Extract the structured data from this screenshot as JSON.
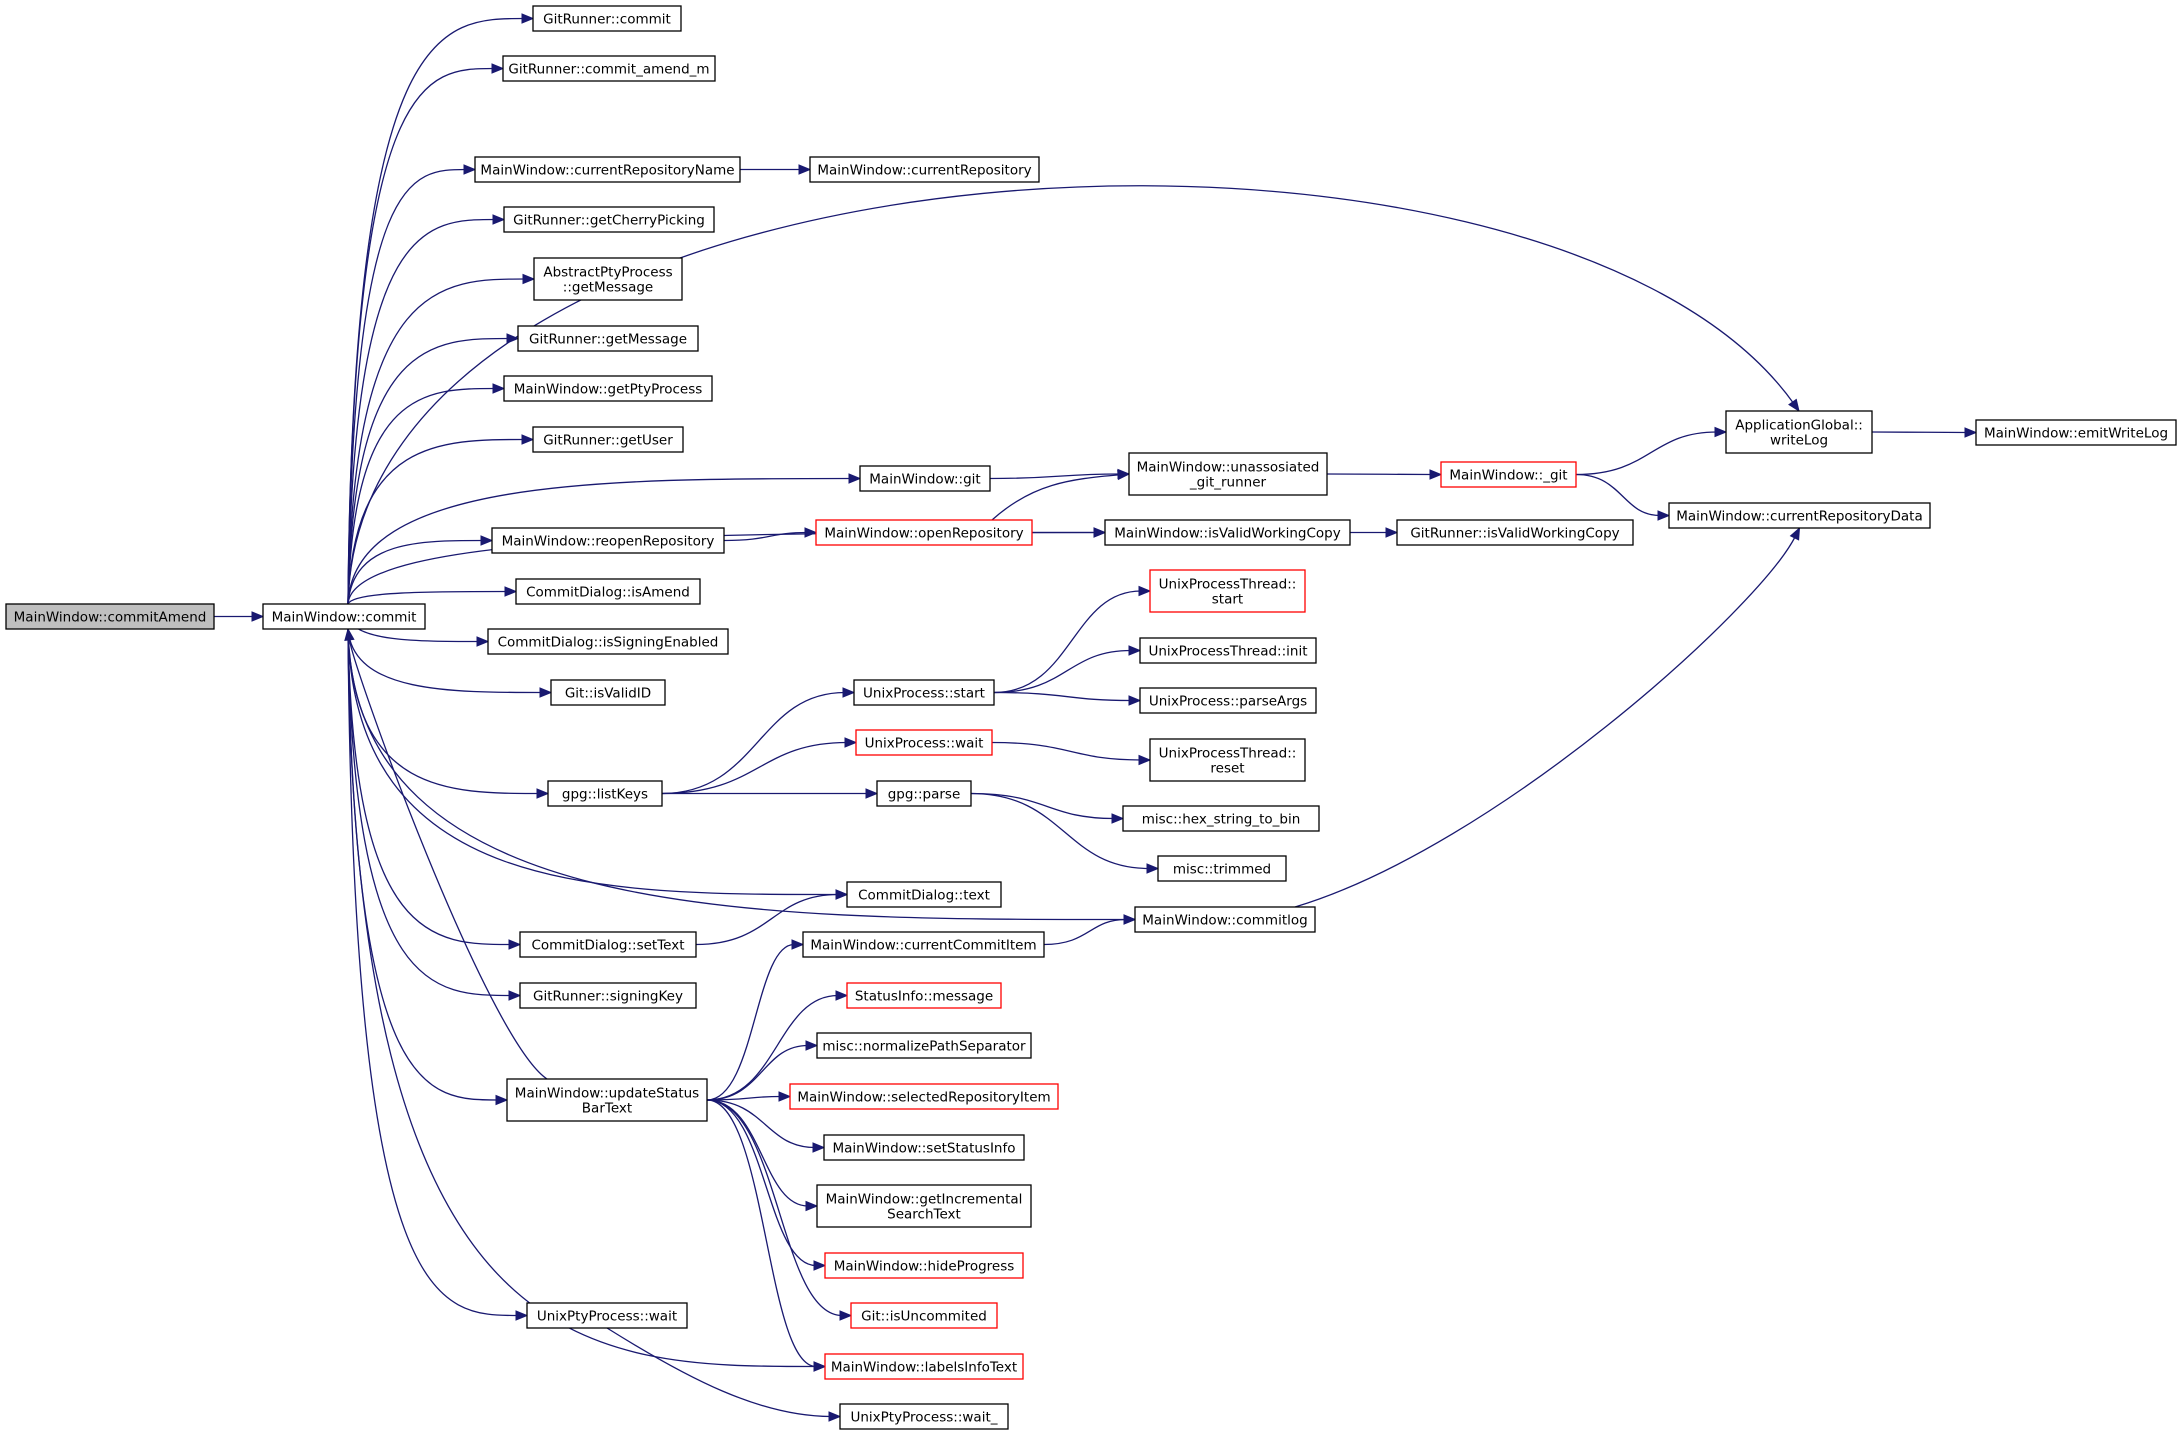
{
  "nodes": [
    {
      "id": "commitAmend",
      "lines": [
        "MainWindow::commitAmend"
      ],
      "root": true,
      "truncated": false
    },
    {
      "id": "commit",
      "lines": [
        "MainWindow::commit"
      ],
      "truncated": false
    },
    {
      "id": "gr_commit",
      "lines": [
        "GitRunner::commit"
      ],
      "truncated": false
    },
    {
      "id": "gr_commit_amend",
      "lines": [
        "GitRunner::commit_amend_m"
      ],
      "truncated": false
    },
    {
      "id": "curRepoName",
      "lines": [
        "MainWindow::currentRepositoryName"
      ],
      "truncated": false
    },
    {
      "id": "curRepo",
      "lines": [
        "MainWindow::currentRepository"
      ],
      "truncated": false
    },
    {
      "id": "getCherry",
      "lines": [
        "GitRunner::getCherryPicking"
      ],
      "truncated": false
    },
    {
      "id": "absGetMsg",
      "lines": [
        "AbstractPtyProcess",
        "::getMessage"
      ],
      "truncated": false
    },
    {
      "id": "grGetMsg",
      "lines": [
        "GitRunner::getMessage"
      ],
      "truncated": false
    },
    {
      "id": "getPty",
      "lines": [
        "MainWindow::getPtyProcess"
      ],
      "truncated": false
    },
    {
      "id": "getUser",
      "lines": [
        "GitRunner::getUser"
      ],
      "truncated": false
    },
    {
      "id": "mwGit",
      "lines": [
        "MainWindow::git"
      ],
      "truncated": false
    },
    {
      "id": "unassoc",
      "lines": [
        "MainWindow::unassosiated",
        "_git_runner"
      ],
      "truncated": false
    },
    {
      "id": "_git",
      "lines": [
        "MainWindow::_git"
      ],
      "truncated": true
    },
    {
      "id": "writeLog",
      "lines": [
        "ApplicationGlobal::",
        "writeLog"
      ],
      "truncated": false
    },
    {
      "id": "emitWriteLog",
      "lines": [
        "MainWindow::emitWriteLog"
      ],
      "truncated": false
    },
    {
      "id": "curRepoData",
      "lines": [
        "MainWindow::currentRepositoryData"
      ],
      "truncated": false
    },
    {
      "id": "reopenRepo",
      "lines": [
        "MainWindow::reopenRepository"
      ],
      "truncated": false
    },
    {
      "id": "openRepo",
      "lines": [
        "MainWindow::openRepository"
      ],
      "truncated": true
    },
    {
      "id": "isValidWC",
      "lines": [
        "MainWindow::isValidWorkingCopy"
      ],
      "truncated": false
    },
    {
      "id": "grIsValidWC",
      "lines": [
        "GitRunner::isValidWorkingCopy"
      ],
      "truncated": false
    },
    {
      "id": "isAmend",
      "lines": [
        "CommitDialog::isAmend"
      ],
      "truncated": false
    },
    {
      "id": "isSigning",
      "lines": [
        "CommitDialog::isSigningEnabled"
      ],
      "truncated": false
    },
    {
      "id": "isValidID",
      "lines": [
        "Git::isValidID"
      ],
      "truncated": false
    },
    {
      "id": "uptStart",
      "lines": [
        "UnixProcessThread::",
        "start"
      ],
      "truncated": true
    },
    {
      "id": "uptInit",
      "lines": [
        "UnixProcessThread::init"
      ],
      "truncated": false
    },
    {
      "id": "upStart",
      "lines": [
        "UnixProcess::start"
      ],
      "truncated": false
    },
    {
      "id": "upParseArgs",
      "lines": [
        "UnixProcess::parseArgs"
      ],
      "truncated": false
    },
    {
      "id": "upWait",
      "lines": [
        "UnixProcess::wait"
      ],
      "truncated": true
    },
    {
      "id": "uptReset",
      "lines": [
        "UnixProcessThread::",
        "reset"
      ],
      "truncated": false
    },
    {
      "id": "listKeys",
      "lines": [
        "gpg::listKeys"
      ],
      "truncated": false
    },
    {
      "id": "gpgParse",
      "lines": [
        "gpg::parse"
      ],
      "truncated": false
    },
    {
      "id": "hex2bin",
      "lines": [
        "misc::hex_string_to_bin"
      ],
      "truncated": false
    },
    {
      "id": "trimmed",
      "lines": [
        "misc::trimmed"
      ],
      "truncated": false
    },
    {
      "id": "cdText",
      "lines": [
        "CommitDialog::text"
      ],
      "truncated": false
    },
    {
      "id": "commitlog",
      "lines": [
        "MainWindow::commitlog"
      ],
      "truncated": false
    },
    {
      "id": "setText",
      "lines": [
        "CommitDialog::setText"
      ],
      "truncated": false
    },
    {
      "id": "curCommitItem",
      "lines": [
        "MainWindow::currentCommitItem"
      ],
      "truncated": false
    },
    {
      "id": "signingKey",
      "lines": [
        "GitRunner::signingKey"
      ],
      "truncated": false
    },
    {
      "id": "statusMsg",
      "lines": [
        "StatusInfo::message"
      ],
      "truncated": true
    },
    {
      "id": "normPath",
      "lines": [
        "misc::normalizePathSeparator"
      ],
      "truncated": false
    },
    {
      "id": "updStatus",
      "lines": [
        "MainWindow::updateStatus",
        "BarText"
      ],
      "truncated": false
    },
    {
      "id": "selRepoItem",
      "lines": [
        "MainWindow::selectedRepositoryItem"
      ],
      "truncated": true
    },
    {
      "id": "setStatusInfo",
      "lines": [
        "MainWindow::setStatusInfo"
      ],
      "truncated": false
    },
    {
      "id": "getIncSearch",
      "lines": [
        "MainWindow::getIncremental",
        "SearchText"
      ],
      "truncated": false
    },
    {
      "id": "hideProgress",
      "lines": [
        "MainWindow::hideProgress"
      ],
      "truncated": true
    },
    {
      "id": "isUncommited",
      "lines": [
        "Git::isUncommited"
      ],
      "truncated": true
    },
    {
      "id": "uppWait",
      "lines": [
        "UnixPtyProcess::wait"
      ],
      "truncated": false
    },
    {
      "id": "labelsInfo",
      "lines": [
        "MainWindow::labelsInfoText"
      ],
      "truncated": true
    },
    {
      "id": "uppWait_",
      "lines": [
        "UnixPtyProcess::wait_"
      ],
      "truncated": false
    }
  ],
  "edges": [
    [
      "commitAmend",
      "commit"
    ],
    [
      "commit",
      "gr_commit"
    ],
    [
      "commit",
      "gr_commit_amend"
    ],
    [
      "commit",
      "writeLog"
    ],
    [
      "commit",
      "curRepoName"
    ],
    [
      "commit",
      "getCherry"
    ],
    [
      "commit",
      "absGetMsg"
    ],
    [
      "commit",
      "grGetMsg"
    ],
    [
      "commit",
      "getPty"
    ],
    [
      "commit",
      "getUser"
    ],
    [
      "commit",
      "mwGit"
    ],
    [
      "commit",
      "reopenRepo"
    ],
    [
      "commit",
      "isAmend"
    ],
    [
      "commit",
      "isSigning"
    ],
    [
      "commit",
      "isValidID"
    ],
    [
      "commit",
      "isValidWC"
    ],
    [
      "commit",
      "listKeys"
    ],
    [
      "commit",
      "commitlog"
    ],
    [
      "commit",
      "cdText"
    ],
    [
      "commit",
      "setText"
    ],
    [
      "commit",
      "signingKey"
    ],
    [
      "commit",
      "updStatus"
    ],
    [
      "commit",
      "labelsInfo"
    ],
    [
      "commit",
      "uppWait"
    ],
    [
      "curRepoName",
      "curRepo"
    ],
    [
      "mwGit",
      "unassoc"
    ],
    [
      "unassoc",
      "_git"
    ],
    [
      "_git",
      "writeLog"
    ],
    [
      "_git",
      "curRepoData"
    ],
    [
      "writeLog",
      "emitWriteLog"
    ],
    [
      "reopenRepo",
      "openRepo"
    ],
    [
      "openRepo",
      "unassoc"
    ],
    [
      "openRepo",
      "isValidWC"
    ],
    [
      "isValidWC",
      "grIsValidWC"
    ],
    [
      "listKeys",
      "upStart"
    ],
    [
      "listKeys",
      "upWait"
    ],
    [
      "listKeys",
      "gpgParse"
    ],
    [
      "upStart",
      "uptStart"
    ],
    [
      "upStart",
      "uptInit"
    ],
    [
      "upStart",
      "upParseArgs"
    ],
    [
      "upWait",
      "uptReset"
    ],
    [
      "gpgParse",
      "hex2bin"
    ],
    [
      "gpgParse",
      "trimmed"
    ],
    [
      "setText",
      "cdText"
    ],
    [
      "commitlog",
      "curRepoData"
    ],
    [
      "curCommitItem",
      "commitlog"
    ],
    [
      "updStatus",
      "commit"
    ],
    [
      "updStatus",
      "curCommitItem"
    ],
    [
      "updStatus",
      "statusMsg"
    ],
    [
      "updStatus",
      "normPath"
    ],
    [
      "updStatus",
      "selRepoItem"
    ],
    [
      "updStatus",
      "setStatusInfo"
    ],
    [
      "updStatus",
      "getIncSearch"
    ],
    [
      "updStatus",
      "hideProgress"
    ],
    [
      "updStatus",
      "isUncommited"
    ],
    [
      "updStatus",
      "labelsInfo"
    ],
    [
      "uppWait",
      "uppWait_"
    ]
  ]
}
